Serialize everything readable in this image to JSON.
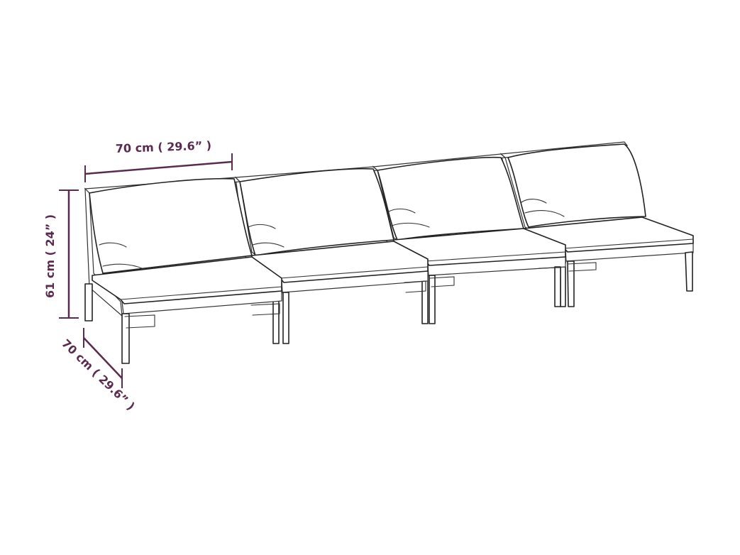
{
  "colors": {
    "dimension": "#5b2a4f",
    "line_art": "#222222",
    "background": "#ffffff"
  },
  "dimensions": {
    "width_label": "70 cm ( 29.6” )",
    "height_label": "61 cm ( 24” )",
    "depth_label": "70 cm ( 29.6” )"
  },
  "product": {
    "modules": 4
  }
}
